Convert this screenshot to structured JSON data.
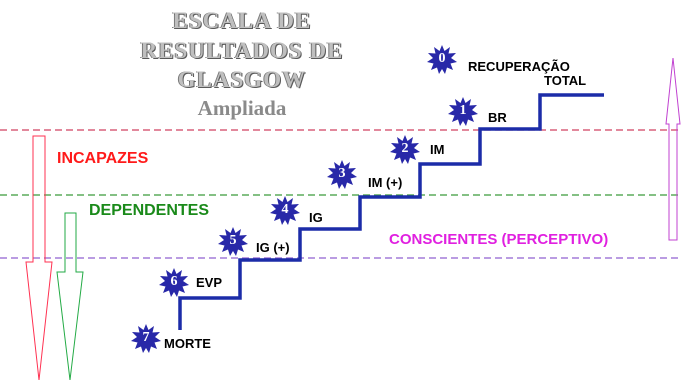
{
  "title": {
    "line1": "ESCALA DE",
    "line2": "RESULTADOS DE",
    "line3": "GLASGOW",
    "subtitle": "Ampliada"
  },
  "zones": {
    "incapazes": "INCAPAZES",
    "dependentes": "DEPENDENTES",
    "conscientes": "CONSCIENTES (PERCEPTIVO)"
  },
  "steps": [
    {
      "number": "7",
      "label": "MORTE"
    },
    {
      "number": "6",
      "label": "EVP"
    },
    {
      "number": "5",
      "label": "IG (+)"
    },
    {
      "number": "4",
      "label": "IG"
    },
    {
      "number": "3",
      "label": "IM (+)"
    },
    {
      "number": "2",
      "label": "IM"
    },
    {
      "number": "1",
      "label": "BR"
    },
    {
      "number": "0",
      "label_line1": "RECUPERAÇÃO",
      "label_line2": "TOTAL"
    }
  ],
  "colors": {
    "incapazes": "#ff0000",
    "dependentes": "#008000",
    "conscientes": "#ff00ff",
    "staircase": "#1c2ca8",
    "badge": "#2828a8",
    "dashed_red": "#d04060",
    "dashed_green": "#3a9a3a",
    "dashed_purple": "#9060d0"
  }
}
